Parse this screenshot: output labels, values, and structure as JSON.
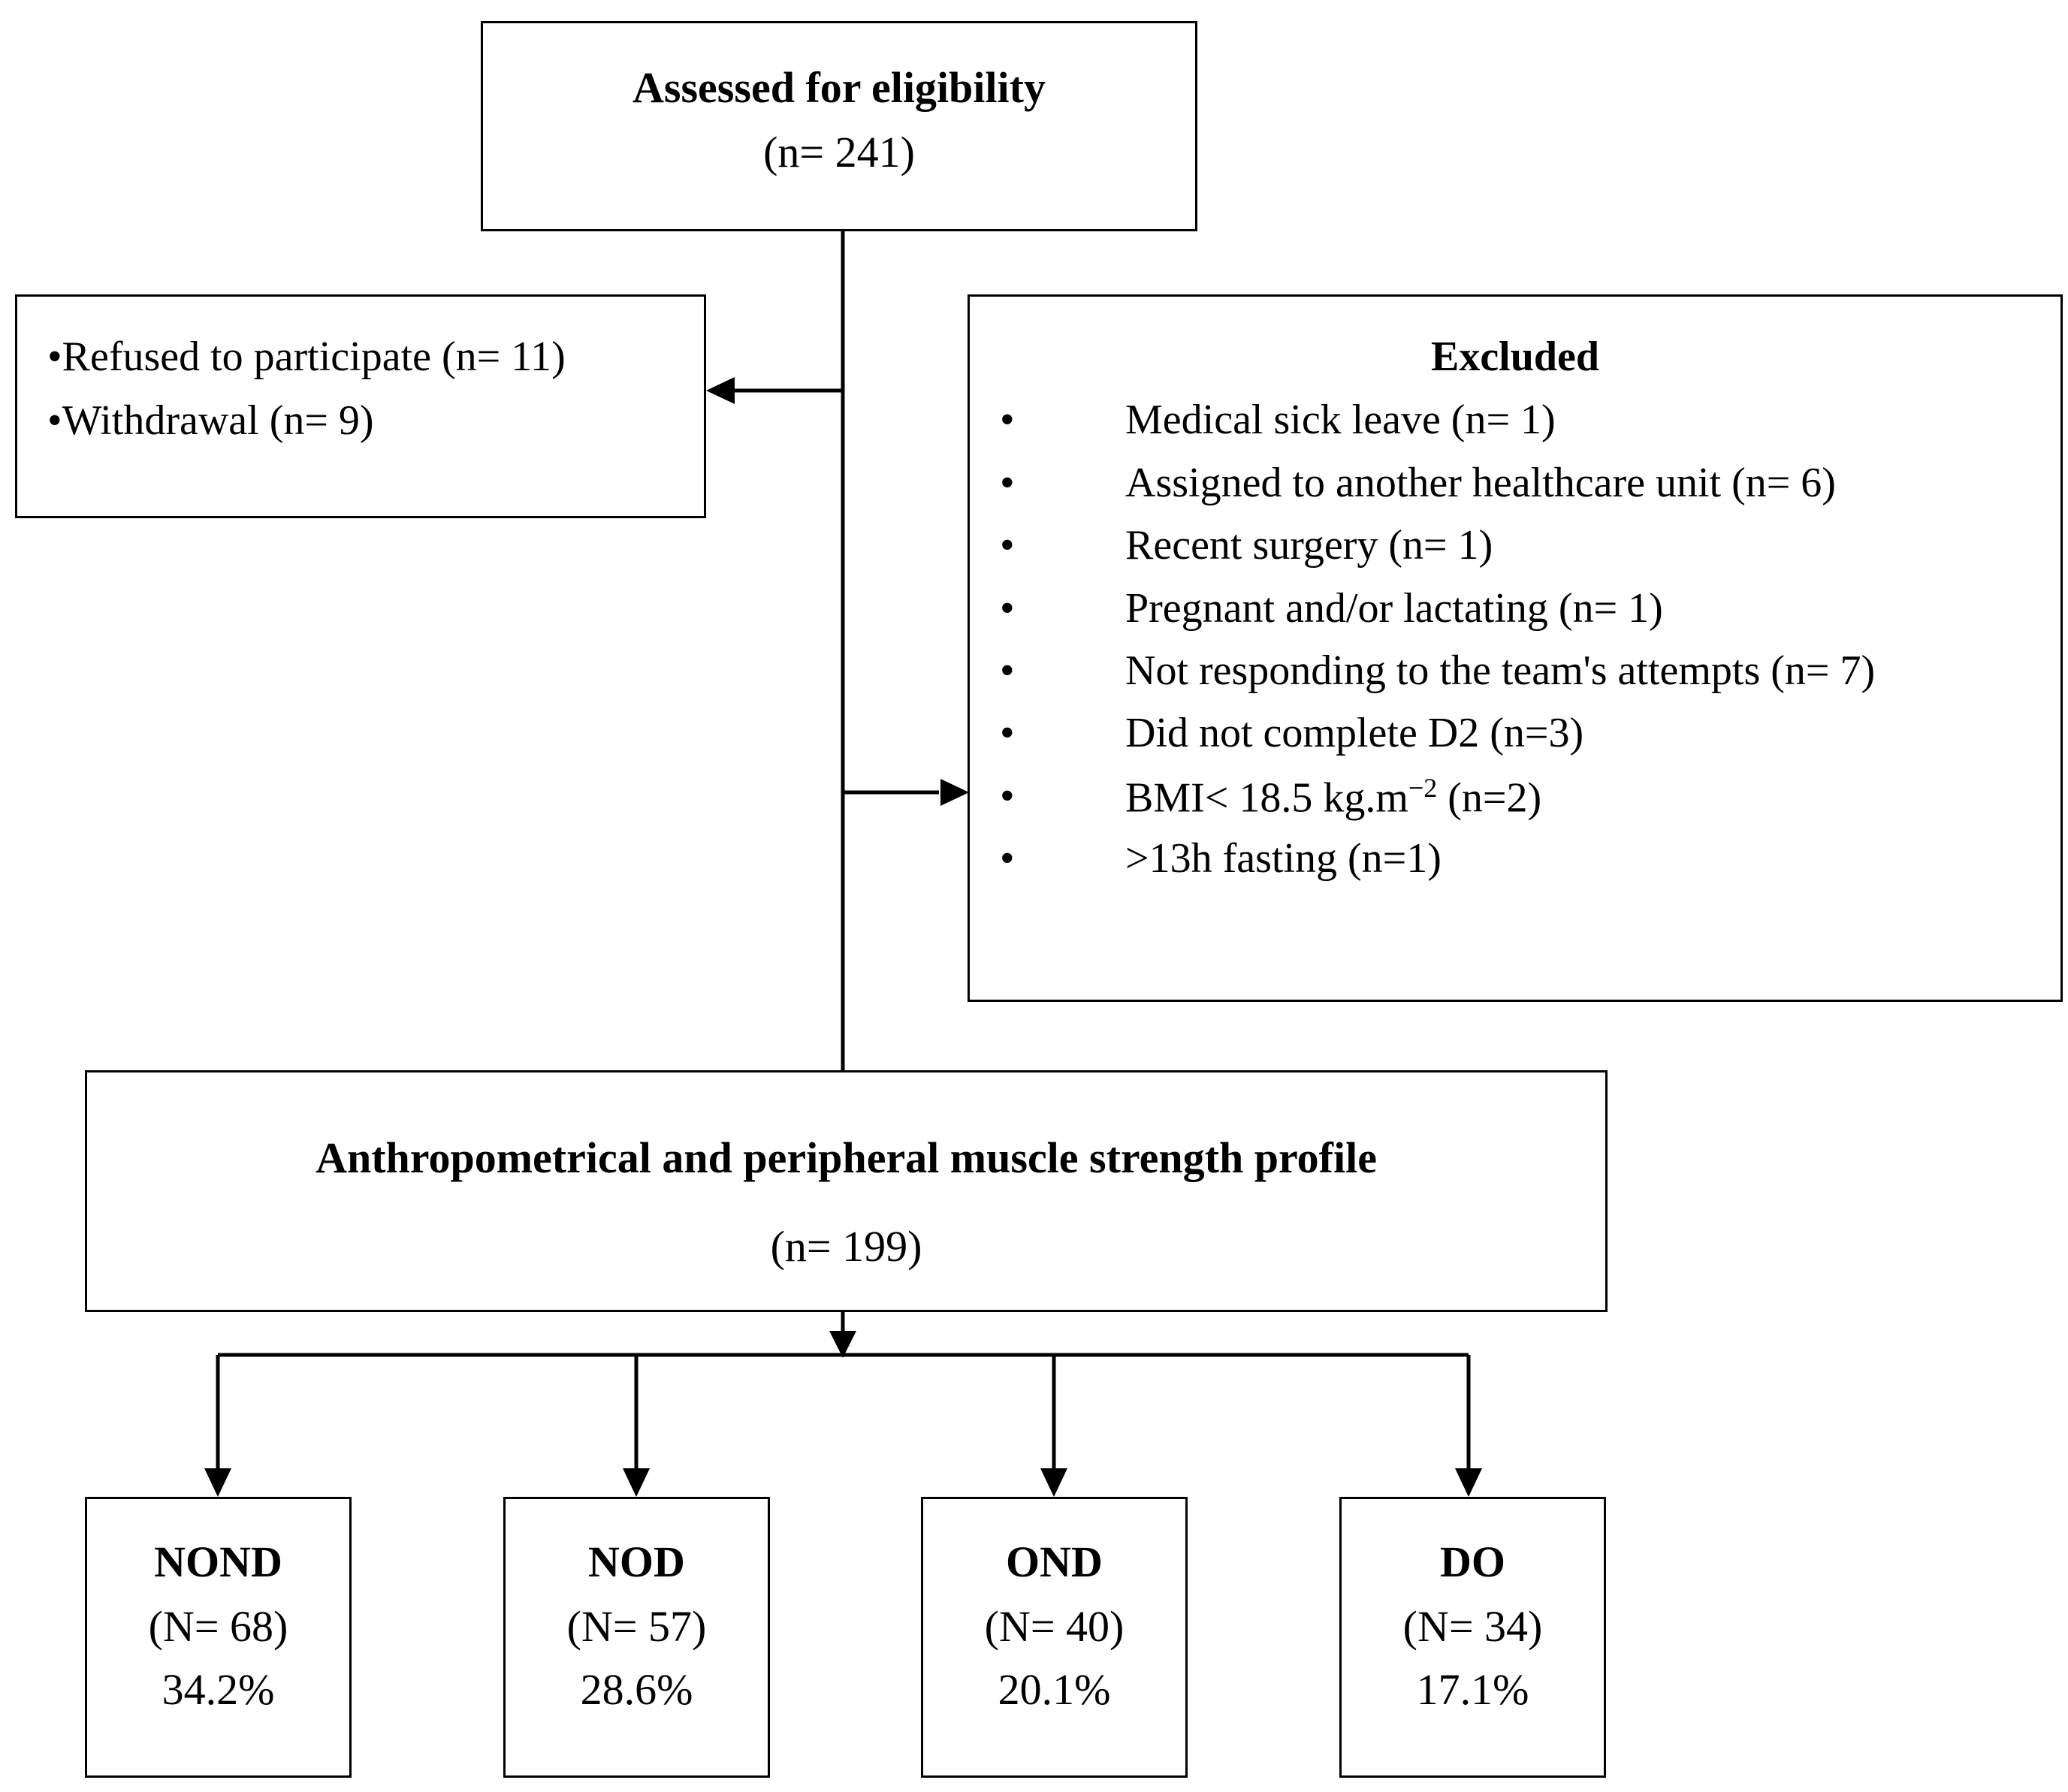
{
  "assessed": {
    "title": "Assessed for eligibility",
    "count": "(n= 241)"
  },
  "left_exclusions": {
    "items": [
      {
        "bullet": "•",
        "text": "Refused to participate (n= 11)"
      },
      {
        "bullet": "•",
        "text": "Withdrawal (n= 9)"
      }
    ]
  },
  "excluded": {
    "title": "Excluded",
    "bullet": "•",
    "items": [
      "Medical sick leave (n= 1)",
      "Assigned to another healthcare unit (n= 6)",
      "Recent surgery (n= 1)",
      "Pregnant and/or lactating (n= 1)",
      "Not responding to the team's attempts (n= 7)",
      "Did not complete D2 (n=3)",
      "BMI< 18.5 kg.m",
      ">13h fasting (n=1)"
    ],
    "bmi_superscript": "−2",
    "bmi_suffix": " (n=2)"
  },
  "profile": {
    "title": "Anthropometrical and peripheral muscle strength profile",
    "count": "(n= 199)"
  },
  "groups": [
    {
      "name": "NOND",
      "count": "(N= 68)",
      "percent": "34.2%"
    },
    {
      "name": "NOD",
      "count": "(N= 57)",
      "percent": "28.6%"
    },
    {
      "name": "OND",
      "count": "(N= 40)",
      "percent": "20.1%"
    },
    {
      "name": "DO",
      "count": "(N= 34)",
      "percent": "17.1%"
    }
  ]
}
